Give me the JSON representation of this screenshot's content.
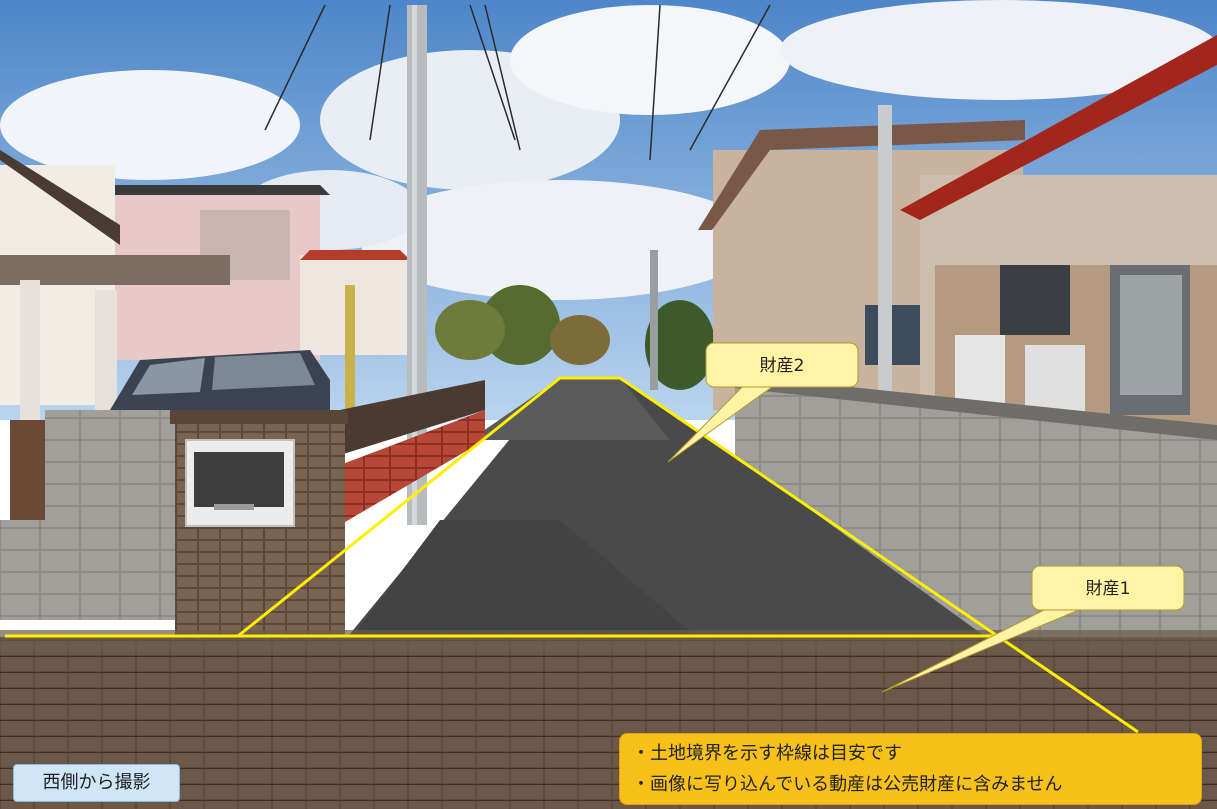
{
  "callouts": {
    "property2": "財産2",
    "property1": "財産1"
  },
  "notes": [
    "・土地境界を示す枠線は目安です",
    "・画像に写り込んでいる動産は公売財産に含みません"
  ],
  "caption": "西側から撮影",
  "colors": {
    "boundary_line": "#ffee00",
    "callout_fill": "#fff3a6",
    "note_fill": "#f7c11a",
    "caption_fill": "#cfe6f6"
  }
}
